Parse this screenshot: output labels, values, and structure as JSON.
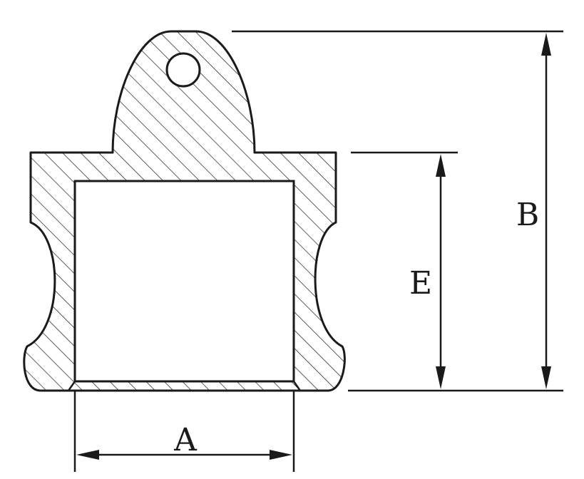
{
  "dimensions": {
    "a": "A",
    "b": "B",
    "e": "E"
  },
  "colors": {
    "ink": "#1a1a1a",
    "background": "#ffffff"
  }
}
